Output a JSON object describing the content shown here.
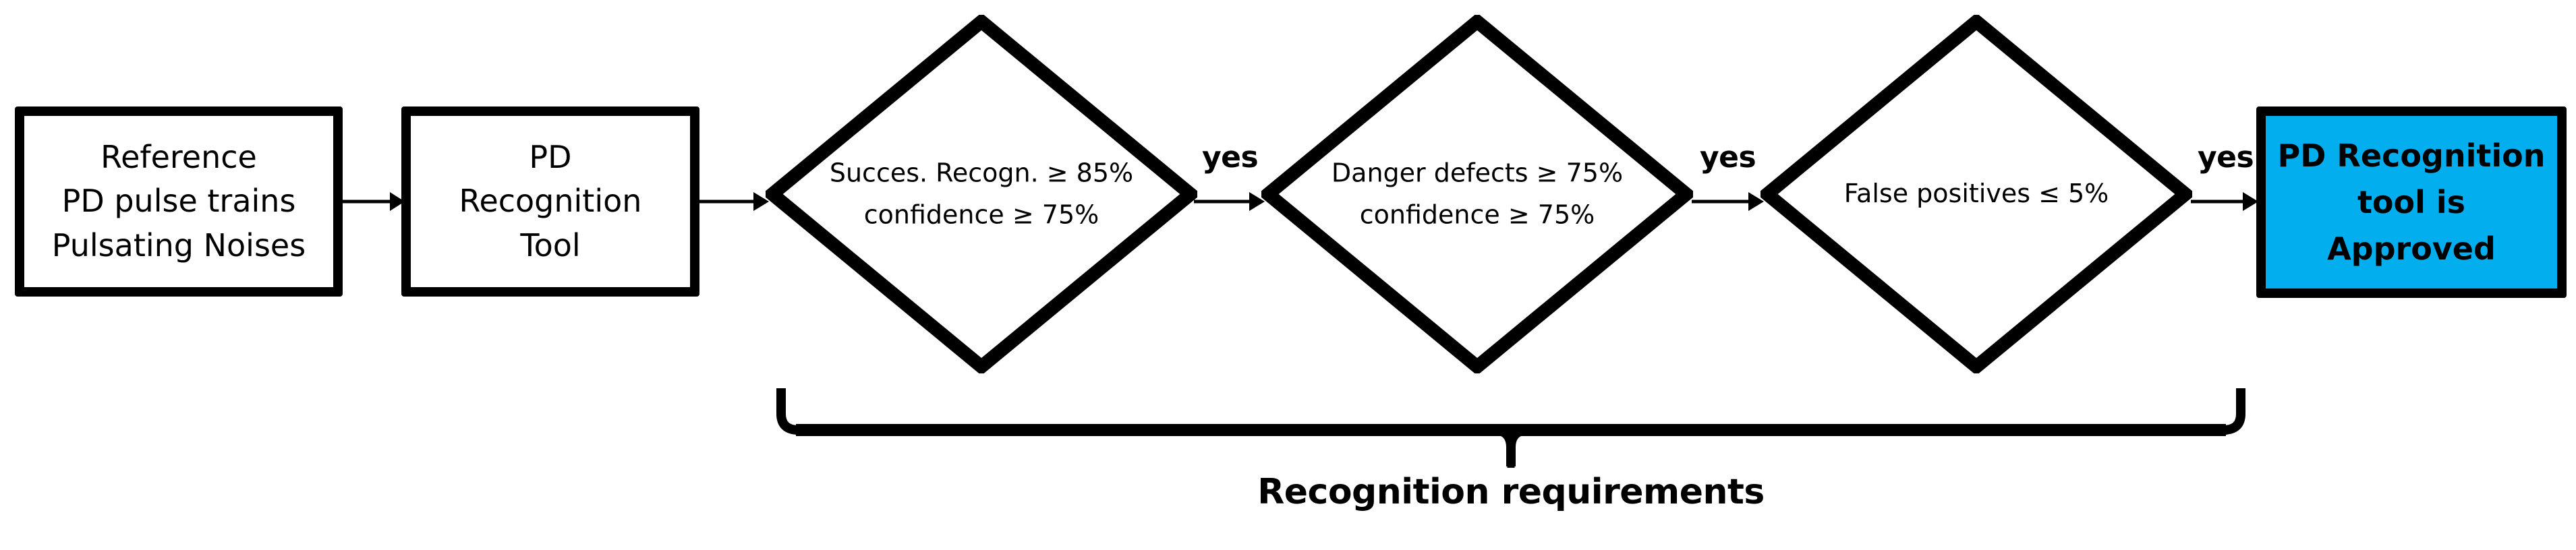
{
  "diagram": {
    "title": "Recognition requirements",
    "colors": {
      "stroke": "#000000",
      "box_fill": "#FFFFFF",
      "approved_fill": "#03AEEE",
      "background": "#FFFFFF"
    },
    "nodes": {
      "input": {
        "type": "process",
        "lines": [
          "Reference",
          "PD pulse trains",
          "Pulsating Noises"
        ]
      },
      "tool": {
        "type": "process",
        "lines": [
          "PD",
          "Recognition",
          "Tool"
        ]
      },
      "decision_1": {
        "type": "decision",
        "lines": [
          "Succes. Recogn. ≥ 85%",
          "confidence  ≥ 75%"
        ]
      },
      "decision_2": {
        "type": "decision",
        "lines": [
          "Danger defects ≥ 75%",
          "confidence  ≥ 75%"
        ]
      },
      "decision_3": {
        "type": "decision",
        "lines": [
          "False positives ≤ 5%"
        ]
      },
      "approved": {
        "type": "terminator",
        "lines": [
          "PD Recognition",
          "tool is",
          "Approved"
        ]
      }
    },
    "edge_labels": {
      "yes_1": "yes",
      "yes_2": "yes",
      "yes_3": "yes"
    },
    "brace": {
      "caption": "Recognition requirements",
      "spans": [
        "decision_1",
        "decision_2",
        "decision_3"
      ]
    }
  }
}
